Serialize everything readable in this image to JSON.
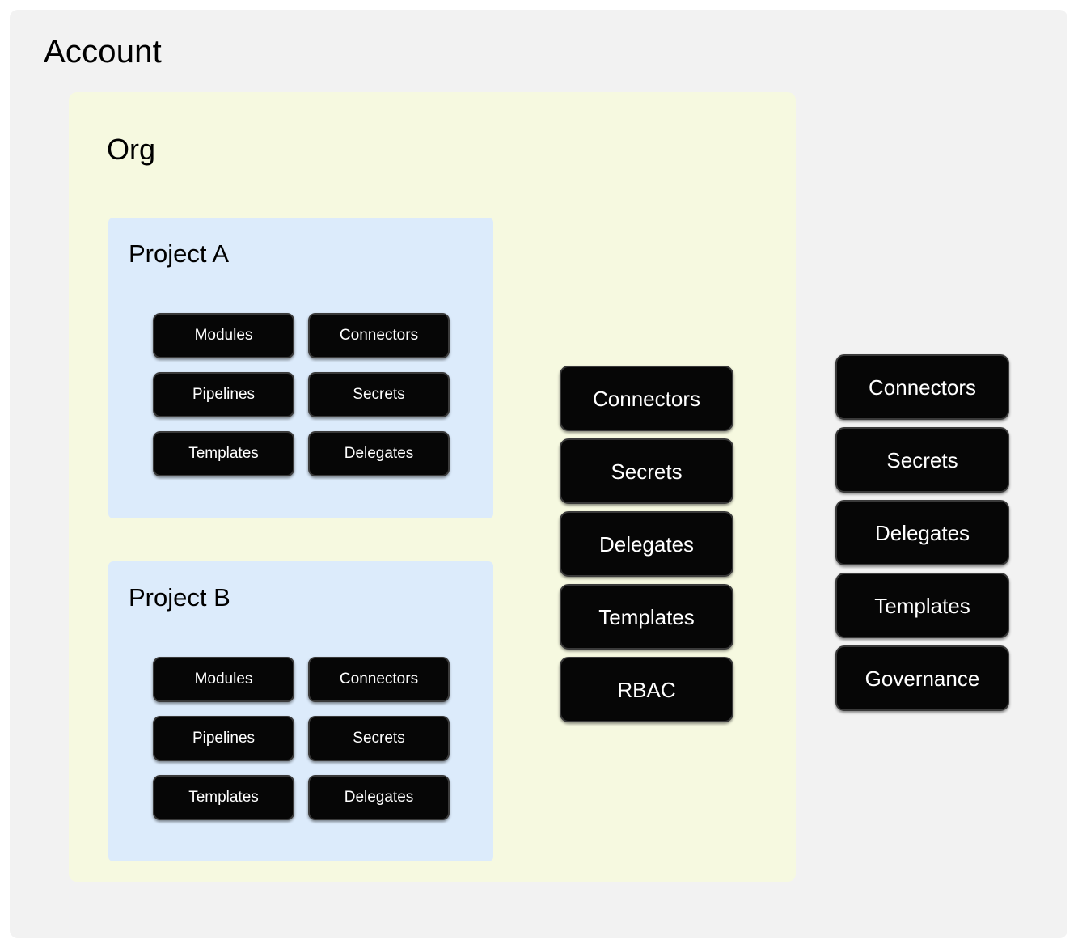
{
  "diagram": {
    "type": "nested-hierarchy",
    "title": "Account",
    "colors": {
      "page_background": "#ffffff",
      "account_background": "#f2f2f2",
      "org_background": "#f6f9e0",
      "project_background": "#dcebfb",
      "chip_fill": "#060606",
      "chip_border": "#3a3a3a",
      "chip_text": "#ffffff",
      "title_text": "#000000"
    }
  },
  "account": {
    "label": "Account",
    "scope_items": [
      {
        "label": "Connectors"
      },
      {
        "label": "Secrets"
      },
      {
        "label": "Delegates"
      },
      {
        "label": "Templates"
      },
      {
        "label": "Governance"
      }
    ]
  },
  "org": {
    "label": "Org",
    "scope_items": [
      {
        "label": "Connectors"
      },
      {
        "label": "Secrets"
      },
      {
        "label": "Delegates"
      },
      {
        "label": "Templates"
      },
      {
        "label": "RBAC"
      }
    ]
  },
  "projects": [
    {
      "label": "Project A",
      "items": [
        {
          "label": "Modules"
        },
        {
          "label": "Connectors"
        },
        {
          "label": "Pipelines"
        },
        {
          "label": "Secrets"
        },
        {
          "label": "Templates"
        },
        {
          "label": "Delegates"
        }
      ]
    },
    {
      "label": "Project B",
      "items": [
        {
          "label": "Modules"
        },
        {
          "label": "Connectors"
        },
        {
          "label": "Pipelines"
        },
        {
          "label": "Secrets"
        },
        {
          "label": "Templates"
        },
        {
          "label": "Delegates"
        }
      ]
    }
  ]
}
